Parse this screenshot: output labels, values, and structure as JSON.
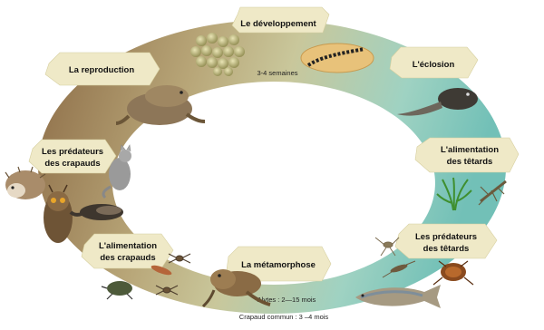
{
  "stages": {
    "developpement": "Le développement",
    "eclosion": "L'éclosion",
    "alim_tetards_1": "L'alimentation",
    "alim_tetards_2": "des têtards",
    "pred_tetards_1": "Les prédateurs",
    "pred_tetards_2": "des têtards",
    "metamorphose": "La métamorphose",
    "alim_crapauds_1": "L'alimentation",
    "alim_crapauds_2": "des crapauds",
    "pred_crapauds_1": "Les prédateurs",
    "pred_crapauds_2": "des crapauds",
    "reproduction": "La reproduction"
  },
  "notes": {
    "dev_duration": "3-4 semaines",
    "meta_alytes": "Alytes : 2—15 mois",
    "meta_crapaud": "Crapaud commun : 3 –4 mois"
  },
  "colors": {
    "ring_left": "#8b6a45",
    "ring_top": "#c9c79b",
    "ring_right": "#7fc6bc",
    "label_box": "#efe9c7"
  },
  "illustrations": [
    "egg-cluster-icon",
    "egg-string-icon",
    "tadpole-icon",
    "aquatic-plant-icon",
    "dragonfly-larva-icon",
    "water-beetle-icon",
    "water-insect-icon",
    "trout-icon",
    "toad-metamorphosis-icon",
    "slug-icon",
    "spider-icon",
    "beetle-icon",
    "hedgehog-icon",
    "owl-icon",
    "cat-icon",
    "snake-icon",
    "toads-mating-icon"
  ]
}
